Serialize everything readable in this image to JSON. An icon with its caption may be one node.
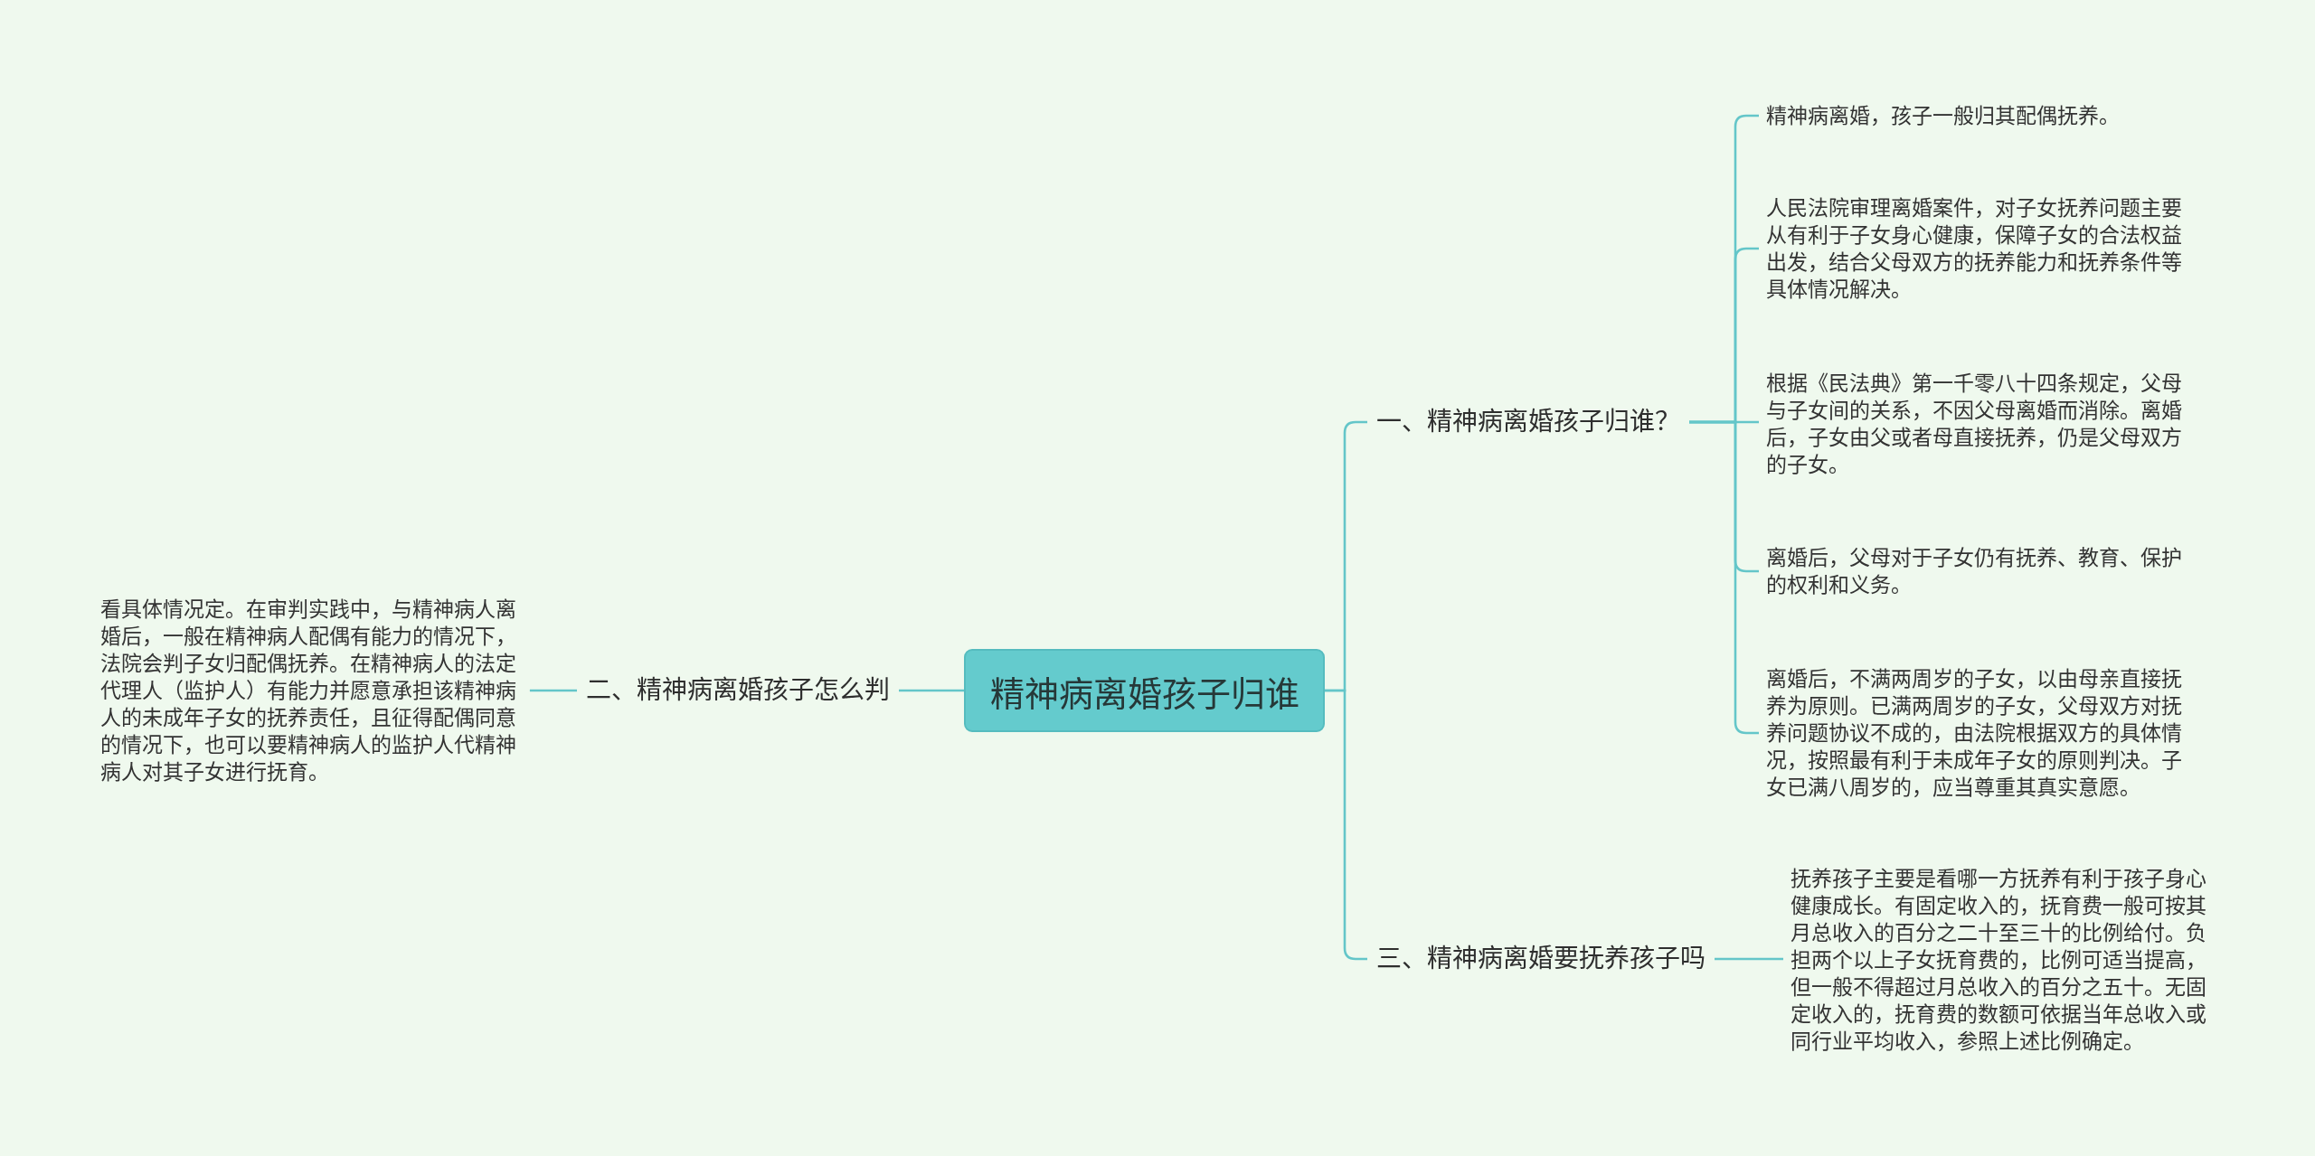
{
  "diagram": {
    "nodes": [
      {
        "text": [
          "精神病离婚孩子归谁"
        ]
      },
      {
        "text": [
          "一、精神病离婚孩子归谁？"
        ]
      },
      {
        "text": [
          "精神病离婚，孩子一般归其配偶抚养。"
        ]
      },
      {
        "text": [
          "人民法院审理离婚案件，对子女抚养问题主要从有利于子女身心健康，保障子女的合法权益出发，结合父母双方的抚养能力和抚养条件等具体情况解决。"
        ]
      },
      {
        "text": [
          "根据《民法典》第一千零八十四条规定，父母与子女间的关系，不因父母离婚而消除。离婚后，子女由父或者母直接抚养，仍是父母双方的子女。"
        ]
      },
      {
        "text": [
          "离婚后，父母对于子女仍有抚养、教育、保护的权利和义务。"
        ]
      },
      {
        "text": [
          "离婚后，不满两周岁的子女，以由母亲直接抚养为原则。已满两周岁的子女，父母双方对抚养问题协议不成的，由法院根据双方的具体情况，按照最有利于未成年子女的原则判决。子女已满八周岁的，应当尊重其真实意愿。"
        ]
      },
      {
        "text": [
          "二、精神病离婚孩子怎么判"
        ]
      },
      {
        "text": [
          "看具体情况定。在审判实践中，与精神病人离婚后，一般在精神病人配偶有能力的情况下，法院会判子女归配偶抚养。在精神病人的法定代理人（监护人）有能力并愿意承担该精神病人的未成年子女的抚养责任，且征得配偶同意的情况下，也可以要精神病人的监护人代精神病人对其子女进行抚育。"
        ]
      },
      {
        "text": [
          "三、精神病离婚要抚养孩子吗"
        ]
      },
      {
        "text": [
          "抚养孩子主要是看哪一方抚养有利于孩子身心健康成长。有固定收入的，抚育费一般可按其月总收入的百分之二十至三十的比例给付。负担两个以上子女抚育费的，比例可适当提高，但一般不得超过月总收入的百分之五十。无固定收入的，抚育费的数额可依据当年总收入或同行业平均收入，参照上述比例确定。"
        ]
      }
    ],
    "edges": [
      {
        "from": 0,
        "to": 1,
        "arrow": "none"
      },
      {
        "from": 1,
        "to": 2,
        "arrow": "none"
      },
      {
        "from": 1,
        "to": 3,
        "arrow": "none"
      },
      {
        "from": 1,
        "to": 4,
        "arrow": "none"
      },
      {
        "from": 1,
        "to": 5,
        "arrow": "none"
      },
      {
        "from": 1,
        "to": 6,
        "arrow": "none"
      },
      {
        "from": 0,
        "to": 7,
        "arrow": "none"
      },
      {
        "from": 7,
        "to": 8,
        "arrow": "none"
      },
      {
        "from": 0,
        "to": 9,
        "arrow": "none"
      },
      {
        "from": 9,
        "to": 10,
        "arrow": "none"
      }
    ]
  }
}
